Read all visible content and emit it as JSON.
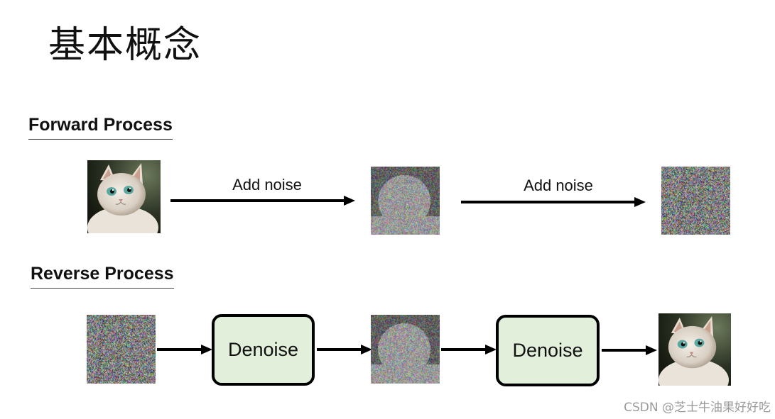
{
  "slide": {
    "title": "基本概念",
    "forward_heading": "Forward Process",
    "reverse_heading": "Reverse Process",
    "forward_arrow_labels": [
      "Add noise",
      "Add noise"
    ],
    "reverse_box_labels": [
      "Denoise",
      "Denoise"
    ],
    "watermark": "CSDN @芝士牛油果好好吃"
  },
  "colors": {
    "denoise_fill": "#e2efda",
    "arrow": "#000000",
    "text": "#111111"
  },
  "images": {
    "clean": "cat-portrait",
    "partially_noisy": "noisy-cat",
    "pure_noise": "gaussian-noise"
  }
}
